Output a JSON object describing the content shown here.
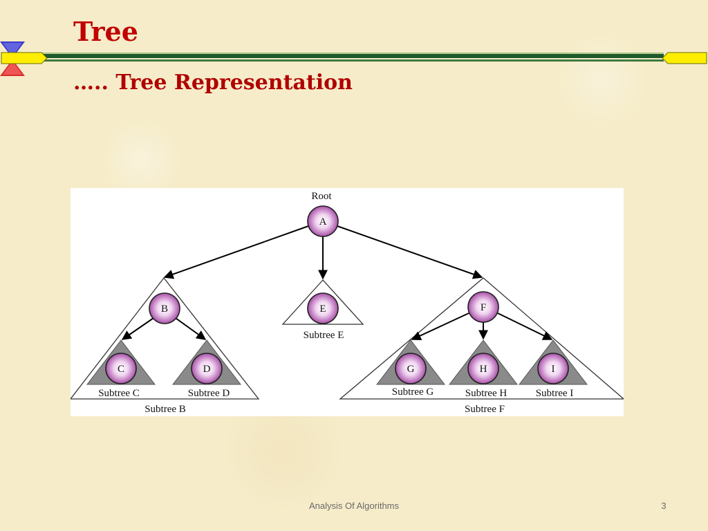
{
  "slide": {
    "title": "Tree",
    "subtitle": "….. Tree Representation"
  },
  "diagram": {
    "root_label": "Root",
    "nodes": {
      "A": "A",
      "B": "B",
      "C": "C",
      "D": "D",
      "E": "E",
      "F": "F",
      "G": "G",
      "H": "H",
      "I": "I"
    },
    "subtree_labels": {
      "B": "Subtree B",
      "C": "Subtree C",
      "D": "Subtree D",
      "E": "Subtree E",
      "F": "Subtree F",
      "G": "Subtree G",
      "H": "Subtree H",
      "I": "Subtree I"
    }
  },
  "footer": {
    "course": "Analysis Of Algorithms",
    "page_number": "3"
  },
  "colors": {
    "title": "#c00000",
    "bar_dark": "#1e5a2a",
    "bar_accent": "#ffee00",
    "node_fill": "#b060b0",
    "subtree_fill": "#8a8a8a"
  }
}
